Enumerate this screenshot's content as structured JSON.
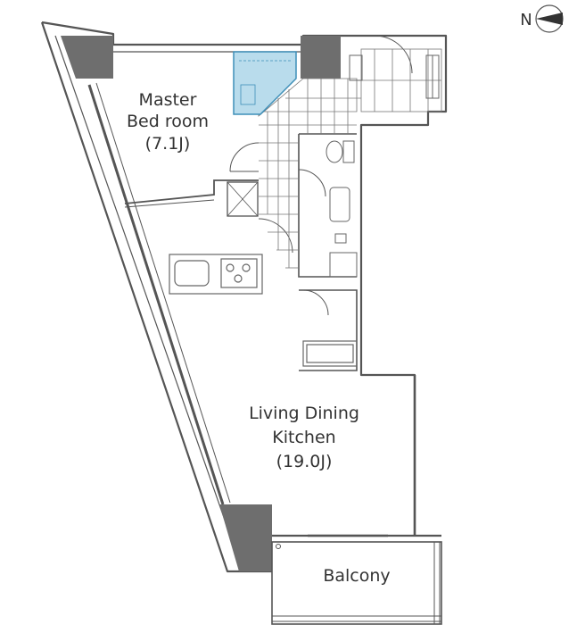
{
  "rooms": {
    "master_bedroom": {
      "name_line1": "Master",
      "name_line2": "Bed room",
      "size": "(7.1J)"
    },
    "living_dining_kitchen": {
      "name_line1": "Living Dining",
      "name_line2": "Kitchen",
      "size": "(19.0J)"
    },
    "balcony": {
      "name": "Balcony"
    }
  },
  "compass": {
    "letter": "N"
  },
  "colors": {
    "wall": "#555555",
    "pillar": "#6e6e6e",
    "fixture_line": "#666666",
    "bath_fill": "#b9dcec",
    "bath_stroke": "#3e8fb8",
    "floor_tile_line": "#777777",
    "text": "#333333"
  }
}
